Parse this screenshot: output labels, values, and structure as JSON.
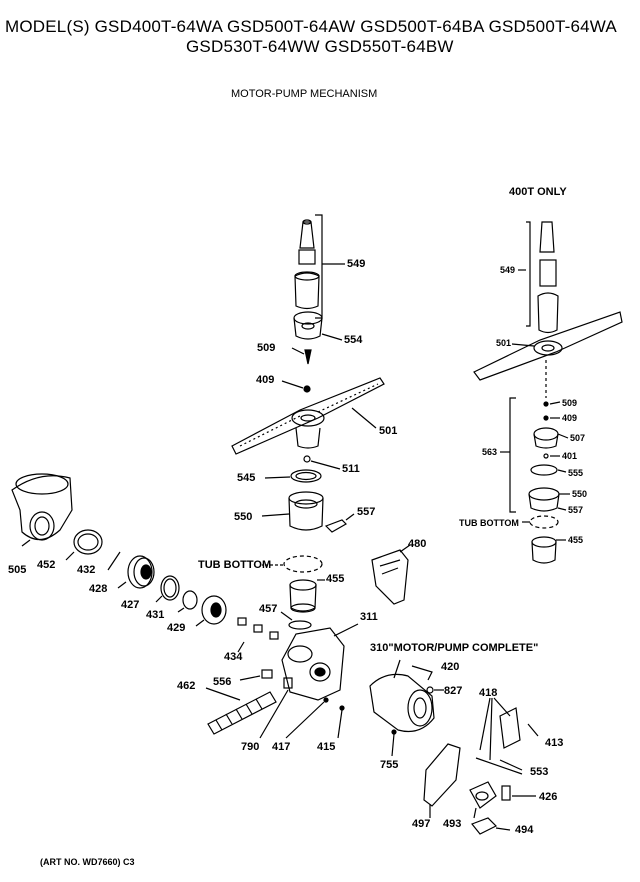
{
  "header": {
    "models_line1": "MODEL(S) GSD400T-64WA  GSD500T-64AW  GSD500T-64BA  GSD500T-64WA",
    "models_line2": "GSD530T-64WW  GSD550T-64BW",
    "subtitle": "MOTOR-PUMP MECHANISM"
  },
  "diagram": {
    "inset_title": "400T ONLY",
    "tub_bottom_main": "TUB BOTTOM",
    "tub_bottom_inset": "TUB BOTTOM",
    "motor_pump_note": "310\"MOTOR/PUMP COMPLETE\"",
    "parts": {
      "p549": "549",
      "p554": "554",
      "p509": "509",
      "p409": "409",
      "p501": "501",
      "p511": "511",
      "p545": "545",
      "p550": "550",
      "p557": "557",
      "p505": "505",
      "p452": "452",
      "p432": "432",
      "p428": "428",
      "p427": "427",
      "p431": "431",
      "p429": "429",
      "p455": "455",
      "p480": "480",
      "p457": "457",
      "p311": "311",
      "p434": "434",
      "p420": "420",
      "p462": "462",
      "p556": "556",
      "p827": "827",
      "p418": "418",
      "p413": "413",
      "p790": "790",
      "p417": "417",
      "p415": "415",
      "p755": "755",
      "p553": "553",
      "p426": "426",
      "p497": "497",
      "p493": "493",
      "p494": "494",
      "i549": "549",
      "i501": "501",
      "i509": "509",
      "i409": "409",
      "i563": "563",
      "i507": "507",
      "i401": "401",
      "i555": "555",
      "i550": "550",
      "i557": "557",
      "i455": "455"
    }
  },
  "footer": {
    "art_no": "(ART NO. WD7660) C3"
  }
}
